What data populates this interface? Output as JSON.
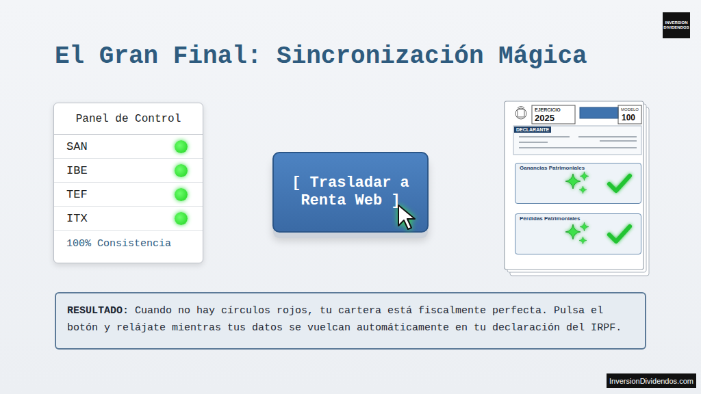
{
  "diagram": {
    "title": "El Gran Final: Sincronización Mágica",
    "nodes": [
      {
        "text": [
          "INVERSION DIVIDENDOS"
        ]
      },
      {
        "text": [
          "Panel de Control",
          "SAN",
          "IBE",
          "TEF",
          "ITX",
          "100% Consistencia"
        ]
      },
      {
        "text": [
          "[ Trasladar a Renta Web ]"
        ]
      },
      {
        "text": [
          "EJERCICIO",
          "2025",
          "MODELO",
          "100",
          "DECLARANTE"
        ]
      },
      {
        "text": [
          "Ganancias Patrimoniales"
        ],
        "in": 3
      },
      {
        "text": [
          "Pérdidas Patrimoniales"
        ],
        "in": 3
      },
      {
        "text": [
          "RESULTADO:",
          "Cuando no hay círculos rojos, tu cartera está fiscalmente perfecta. Pulsa el botón y relájate mientras tus datos se vuelcan automáticamente en tu declaración del IRPF."
        ]
      },
      {
        "text": [
          "InversionDividendos.com"
        ]
      }
    ],
    "edges": [
      {
        "from": 1,
        "to": 2,
        "arrow": "to"
      },
      {
        "from": 2,
        "to": 3,
        "arrow": "to"
      }
    ]
  }
}
